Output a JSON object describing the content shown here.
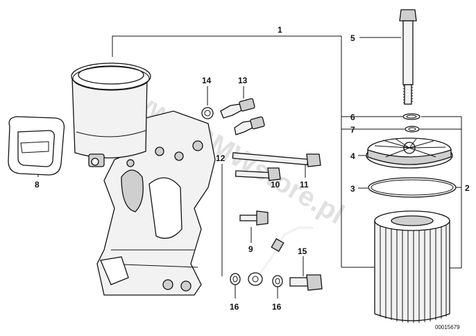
{
  "diagram": {
    "callouts": [
      "1",
      "2",
      "3",
      "4",
      "5",
      "6",
      "7",
      "8",
      "9",
      "10",
      "11",
      "12",
      "13",
      "14",
      "15",
      "16",
      "16"
    ],
    "reference_number": "00015679",
    "watermark": "www.BMWstore.pl"
  }
}
